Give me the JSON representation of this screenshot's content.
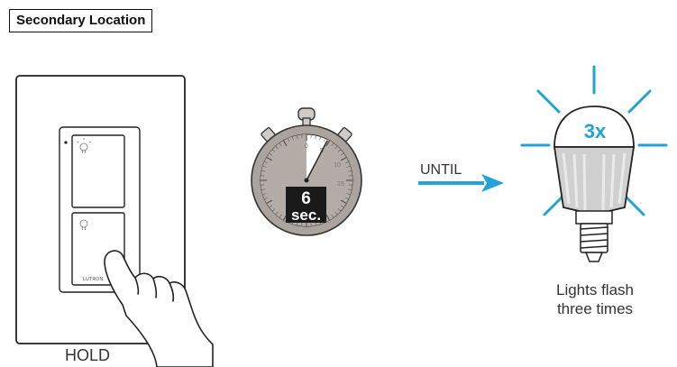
{
  "location_label": "Secondary Location",
  "switch": {
    "brand": "LUTRON",
    "caption": "HOLD"
  },
  "timer": {
    "seconds": "6",
    "unit": "sec.",
    "dial_numbers": [
      "0",
      "5",
      "10",
      "15"
    ]
  },
  "arrow_label": "UNTIL",
  "bulb": {
    "flash_count": "3x",
    "caption_line1": "Lights flash",
    "caption_line2": "three times"
  },
  "colors": {
    "accent": "#1fa3d8",
    "timer_fill": "#b4aca6",
    "outline": "#222222"
  }
}
